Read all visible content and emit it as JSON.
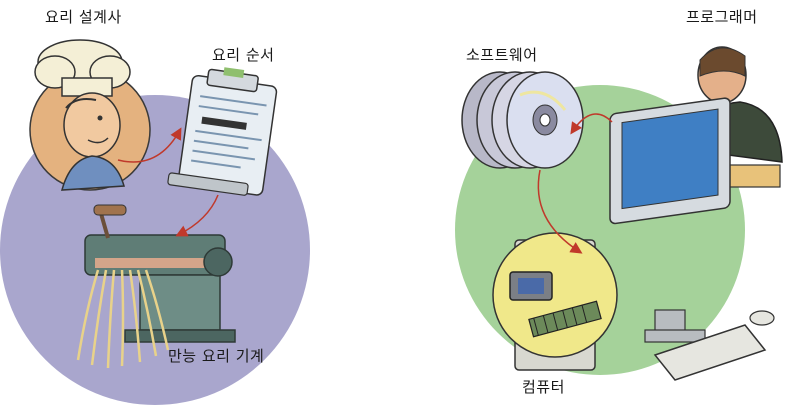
{
  "left_panel": {
    "chef_label": "요리 설계사",
    "recipe_label": "요리 순서",
    "machine_label": "만능 요리 기계"
  },
  "right_panel": {
    "programmer_label": "프로그래머",
    "software_label": "소프트웨어",
    "computer_label": "컴퓨터"
  },
  "colors": {
    "left_circle": "#a9a6cd",
    "right_circle": "#a5d29a",
    "chef_circle": "#e4b27f",
    "arrow": "#c0392b"
  },
  "icons": [
    "chef-icon",
    "recipe-clipboard-icon",
    "pasta-machine-icon",
    "cd-stack-icon",
    "programmer-icon",
    "computer-icon",
    "chip-icon"
  ]
}
